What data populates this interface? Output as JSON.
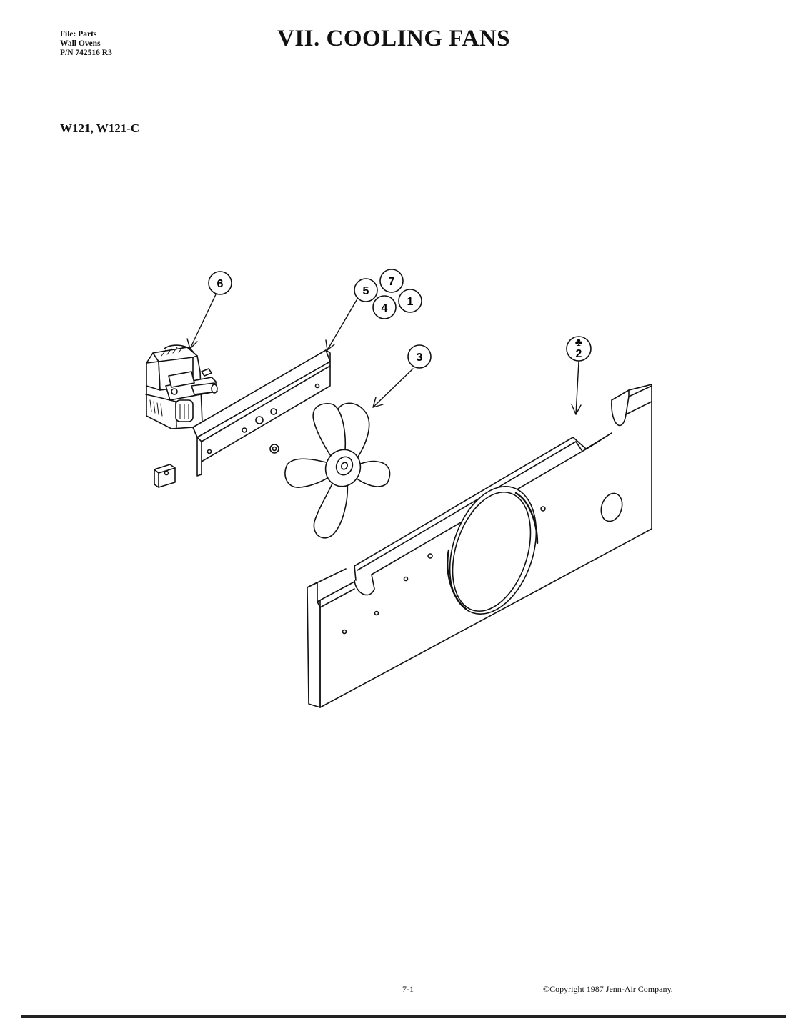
{
  "header": {
    "file_lines": [
      "File: Parts",
      "Wall Ovens",
      "P/N 742516 R3"
    ],
    "title": "VII. COOLING FANS",
    "models": "W121, W121-C"
  },
  "callouts": [
    {
      "label": "6",
      "part": "motor"
    },
    {
      "label": "5",
      "part": "bracket"
    },
    {
      "label": "7",
      "part": "bracket-hardware"
    },
    {
      "label": "4",
      "part": "bracket-hardware"
    },
    {
      "label": "1",
      "part": "bracket-hardware"
    },
    {
      "label": "3",
      "part": "fan-blade"
    },
    {
      "label": "2",
      "part": "panel"
    }
  ],
  "panel_symbol": "♣",
  "footer": {
    "page_number": "7-1",
    "copyright": "©Copyright 1987 Jenn-Air Company."
  }
}
